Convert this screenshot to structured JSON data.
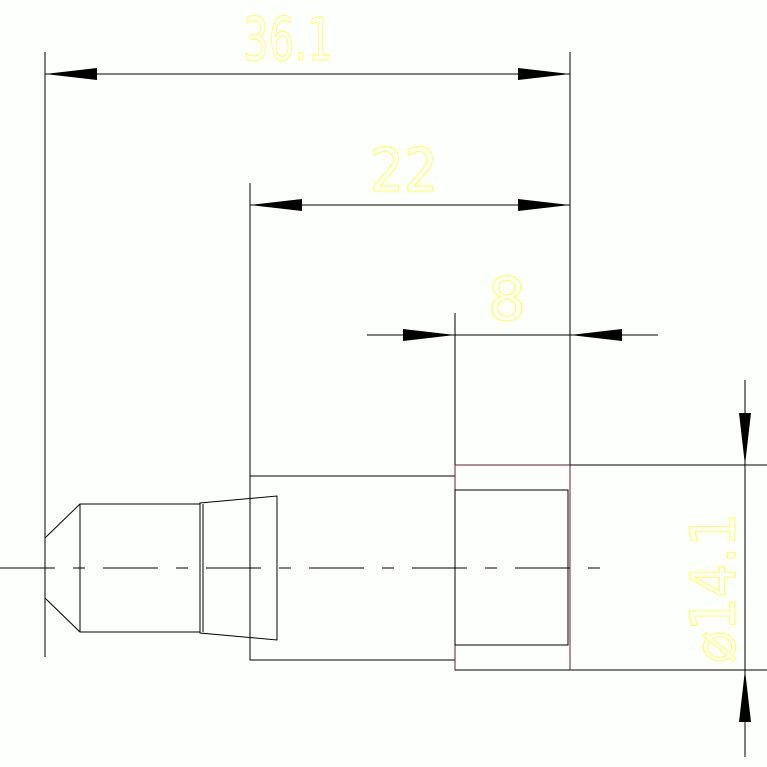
{
  "dimensions": {
    "overall_length": "36.1",
    "body_length": "22",
    "hex_width": "8",
    "diameter": "⌀14.1"
  },
  "colors": {
    "background": "#fdfffd",
    "dimension_text": "#ffff55",
    "lines": "#000000",
    "hex_section": "#6b1a2a"
  }
}
